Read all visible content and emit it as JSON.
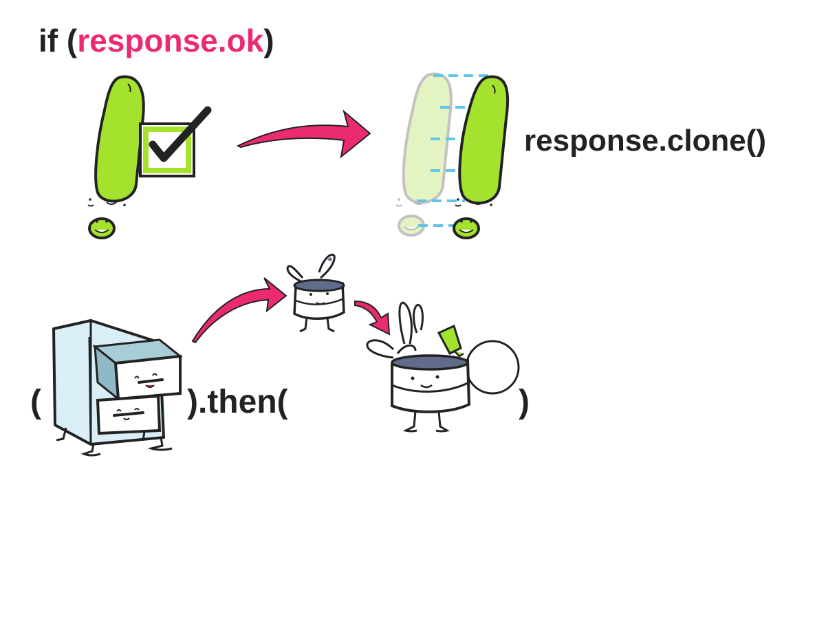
{
  "condition": {
    "prefix": "if (",
    "expression": "response.ok",
    "suffix": ")"
  },
  "clone_label": "response.clone()",
  "then_call": {
    "open_paren": "(",
    "method": ").then(",
    "close_paren": ")"
  },
  "colors": {
    "accent": "#ec2a72",
    "response_green": "#a4e22d",
    "ghost_green": "#dff2b8",
    "clone_dash": "#5fc6ea",
    "cabinet_blue": "#d9eef6",
    "drawer_teal": "#a9cdd7",
    "can_lid": "#616b8a",
    "ink": "#222222"
  },
  "icons": [
    "response-exclamation-icon",
    "checkbox-check-icon",
    "arrow-icon",
    "ghost-clone-icon",
    "filing-cabinet-icon",
    "can-icon",
    "bunny-ears-icon"
  ]
}
